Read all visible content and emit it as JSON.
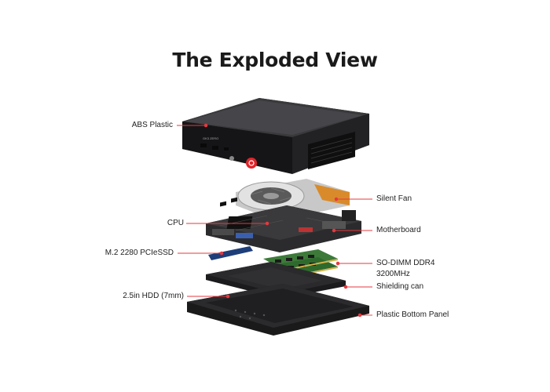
{
  "title": "The Exploded View",
  "device_front": {
    "model_text": "GK3 ZERO"
  },
  "callouts": {
    "abs_plastic": "ABS Plastic",
    "cpu": "CPU",
    "m2_ssd": "M.2 2280 PCIeSSD",
    "hdd": "2.5in HDD (7mm)",
    "silent_fan": "Silent Fan",
    "motherboard": "Motherboard",
    "sodimm_line1": "SO-DIMM DDR4",
    "sodimm_line2": "3200MHz",
    "shielding_can": "Shielding can",
    "bottom_panel": "Plastic Bottom Panel"
  },
  "colors": {
    "callout_line": "#e5393f",
    "callout_dot": "#e5393f",
    "power_button": "#e0252b",
    "ram_green": "#3d7a3a",
    "ssd_blue": "#2f5fb3",
    "fan_copper": "#d98b2b"
  }
}
